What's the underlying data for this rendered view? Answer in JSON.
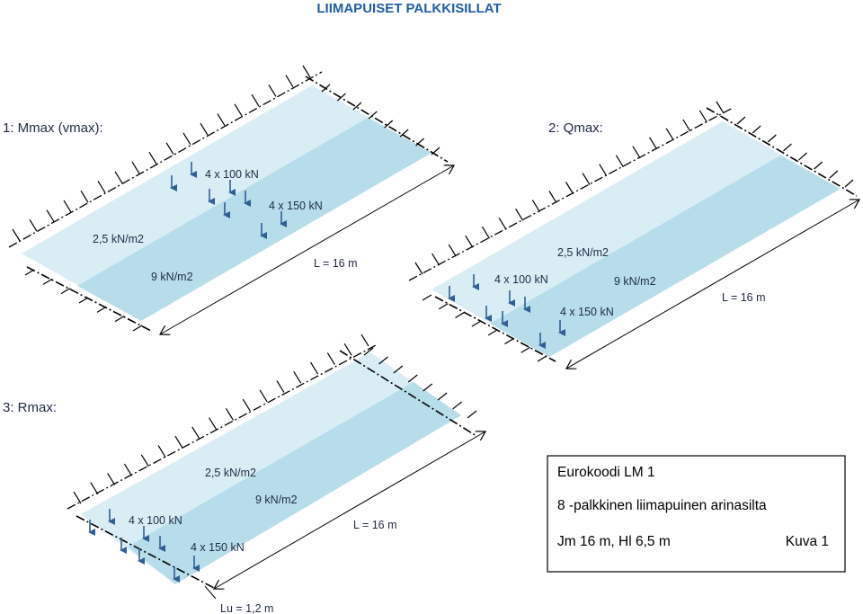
{
  "title": "LIIMAPUISET PALKKISILLAT",
  "colors": {
    "light_lane": "#d9edf5",
    "dark_lane": "#b6dde9",
    "arrow": "#2f5f95",
    "text": "#1f2a44",
    "title": "#1f5fa8"
  },
  "diagrams": [
    {
      "heading": "1: Mmax (vmax):",
      "load_light": "2,5  kN/m2",
      "load_dark": "9 kN/m2",
      "axle_100": "4 x 100 kN",
      "axle_150": "4 x 150 kN",
      "length": "L = 16 m"
    },
    {
      "heading": "2: Qmax:",
      "load_light": "2,5  kN/m2",
      "load_dark": "9 kN/m2",
      "axle_100": "4 x 100 kN",
      "axle_150": "4 x 150 kN",
      "length": "L = 16 m"
    },
    {
      "heading": "3: Rmax:",
      "load_light": "2,5  kN/m2",
      "load_dark": "9 kN/m2",
      "axle_100": "4 x 100 kN",
      "axle_150": "4 x 150 kN",
      "length": "L = 16 m",
      "lu": "Lu = 1,2 m"
    }
  ],
  "info_box": {
    "line1": "Eurokoodi LM 1",
    "line2": "8 -palkkinen liimapuinen arinasilta",
    "line3": "Jm 16 m,  Hl 6,5 m",
    "figure": "Kuva 1"
  }
}
